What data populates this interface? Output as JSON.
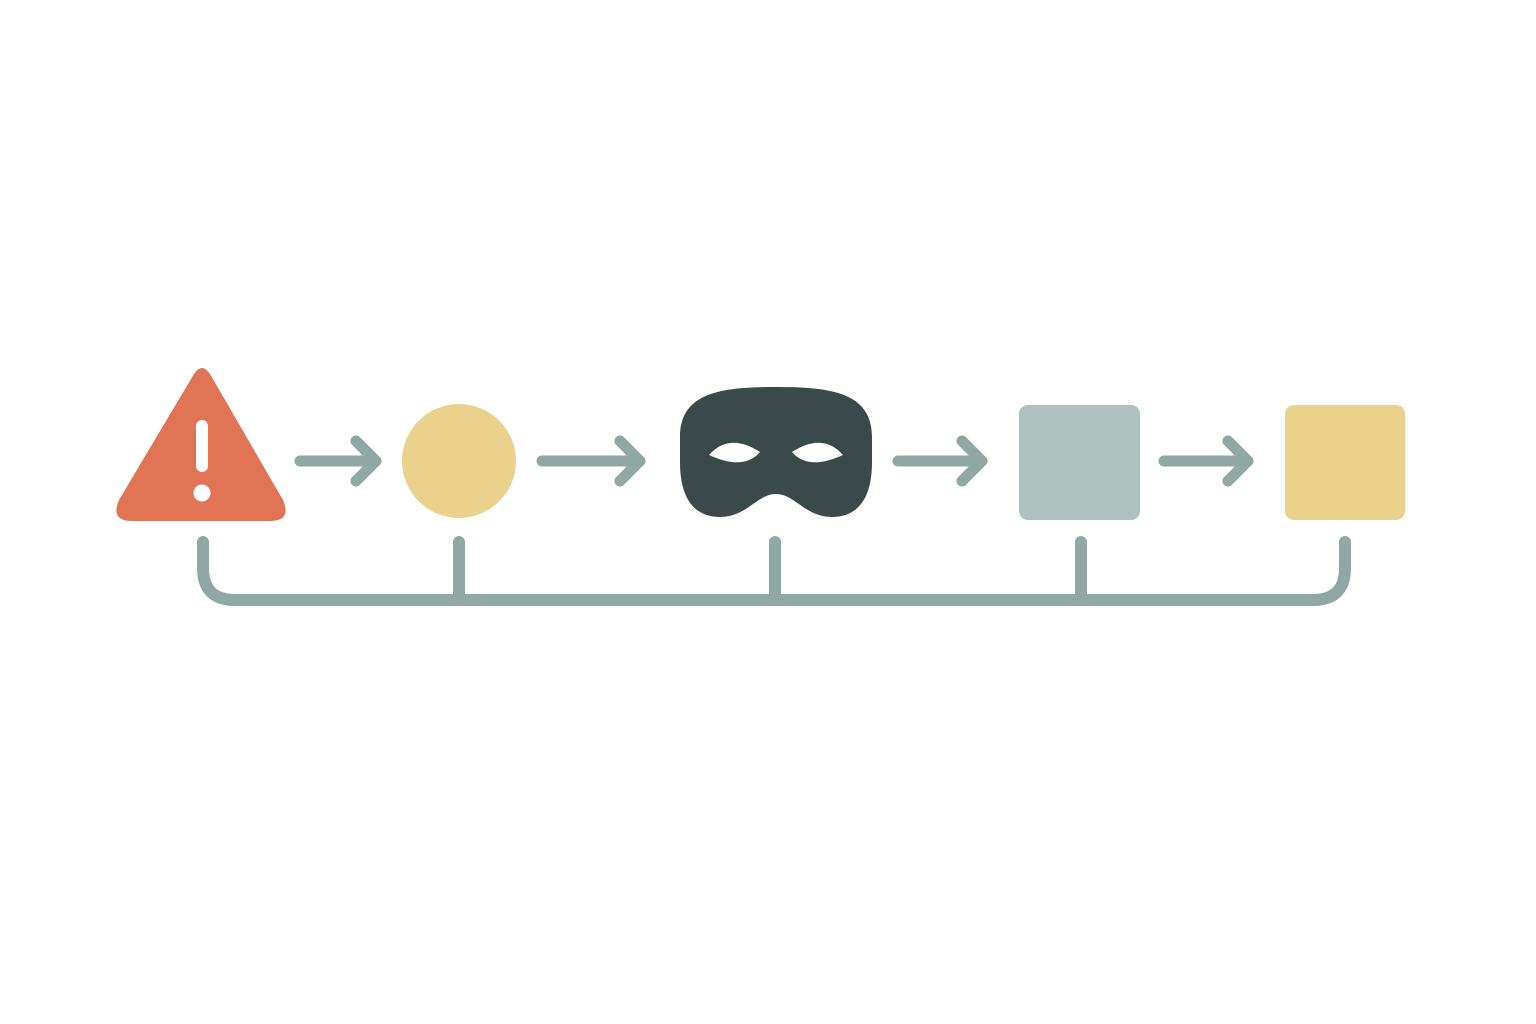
{
  "colors": {
    "background": "#ffffff",
    "connector": "#8fa8a4",
    "warning": "#e07455",
    "warning_mark": "#ffffff",
    "circle": "#ead28c",
    "mask": "#3a4a4a",
    "mask_eyes": "#ffffff",
    "gray_square": "#adc2bf",
    "yellow_square": "#ead28c"
  },
  "nodes": [
    {
      "id": "warning",
      "shape": "triangle",
      "icon": "warning-icon",
      "color_key": "warning"
    },
    {
      "id": "circle",
      "shape": "circle",
      "icon": "circle-shape",
      "color_key": "circle"
    },
    {
      "id": "mask",
      "shape": "mask",
      "icon": "mask-icon",
      "color_key": "mask"
    },
    {
      "id": "gray-square",
      "shape": "rounded-square",
      "icon": "square-shape",
      "color_key": "gray_square"
    },
    {
      "id": "yellow-square",
      "shape": "rounded-square",
      "icon": "square-shape",
      "color_key": "yellow_square"
    }
  ],
  "flow": [
    {
      "from": "warning",
      "to": "circle"
    },
    {
      "from": "circle",
      "to": "mask"
    },
    {
      "from": "mask",
      "to": "gray-square"
    },
    {
      "from": "gray-square",
      "to": "yellow-square"
    }
  ],
  "bus": {
    "connects": [
      "warning",
      "circle",
      "mask",
      "gray-square",
      "yellow-square"
    ],
    "corners": "rounded"
  }
}
